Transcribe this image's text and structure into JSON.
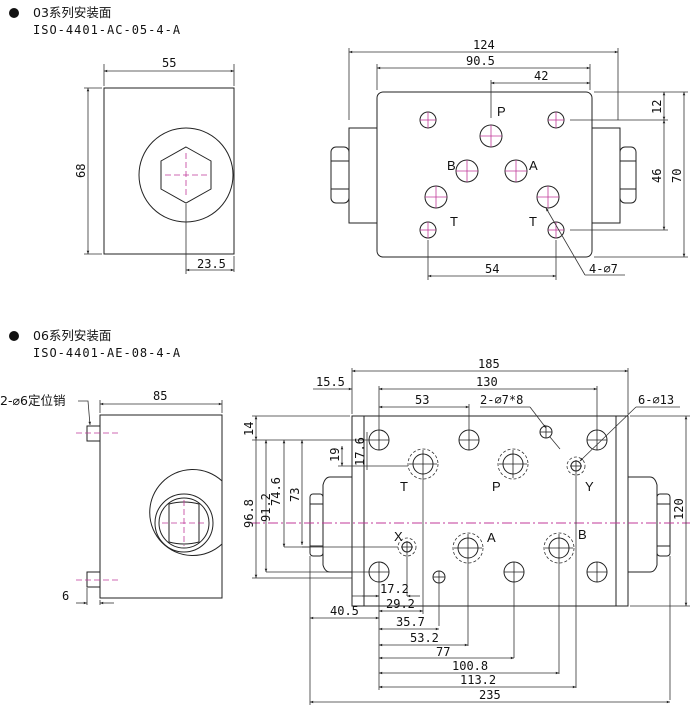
{
  "section_03": {
    "bullet": "●",
    "title": "03系列安装面",
    "standard": "ISO-4401-AC-05-4-A",
    "side_view": {
      "width_dim": "55",
      "height_dim": "68",
      "offset_dim": "23.5"
    },
    "face_view": {
      "dims": {
        "overall_width": "124",
        "bolt_span": "90.5",
        "p_offset": "42",
        "top_offset": "12",
        "bolt_vertical": "46",
        "plate_height": "70",
        "bottom_span": "54",
        "bolt_holes": "4-⌀7"
      },
      "port_labels": {
        "P": "P",
        "A": "A",
        "B": "B",
        "T1": "T",
        "T2": "T"
      }
    }
  },
  "section_06": {
    "bullet": "●",
    "title": "06系列安装面",
    "standard": "ISO-4401-AE-08-4-A",
    "side_view": {
      "pin_note": "2-⌀6定位销",
      "width_dim": "85",
      "pin_dim": "6"
    },
    "face_view": {
      "dims": {
        "overall_width": "185",
        "bolt_span": "130",
        "left_offset": "15.5",
        "span_53": "53",
        "pin_holes": "2-⌀7*8",
        "bolt_holes": "6-⌀13",
        "top_14": "14",
        "v_19": "19",
        "v_17_6": "17.6",
        "v_96_8": "96.8",
        "v_91_2": "91.2",
        "v_74_6": "74.6",
        "v_73": "73",
        "plate_height": "120",
        "h_17_2": "17.2",
        "h_29_2": "29.2",
        "h_35_7": "35.7",
        "h_40_5": "40.5",
        "h_53_2": "53.2",
        "h_77": "77",
        "h_100_8": "100.8",
        "h_113_2": "113.2",
        "h_235": "235"
      },
      "port_labels": {
        "T": "T",
        "P": "P",
        "Y": "Y",
        "X": "X",
        "A": "A",
        "B": "B"
      }
    }
  }
}
